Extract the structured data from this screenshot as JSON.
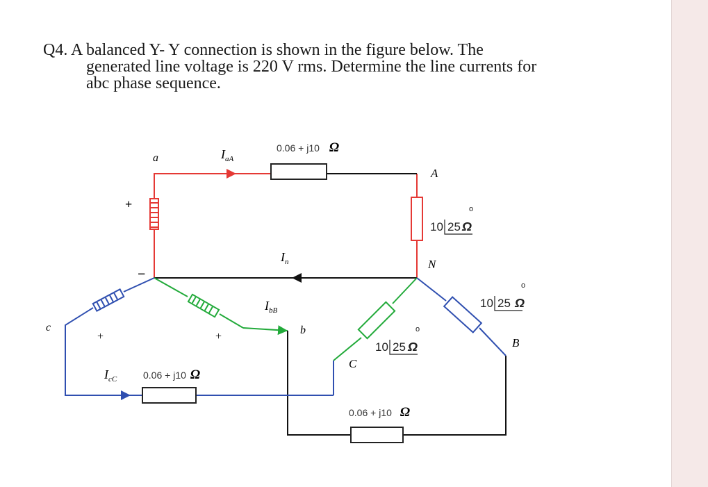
{
  "question": {
    "lines": [
      "Q4. A balanced Y- Y connection is shown in the figure below. The",
      "generated line voltage is 220 V rms. Determine the line currents for",
      "abc phase sequence."
    ]
  },
  "figure": {
    "labels": {
      "node_a": "a",
      "node_b": "b",
      "node_c": "c",
      "node_A": "A",
      "node_B": "B",
      "node_C": "C",
      "node_N": "N",
      "plus": "+",
      "minus": "−"
    },
    "currents": {
      "aA": {
        "main": "I",
        "sub": "aA"
      },
      "bB": {
        "main": "I",
        "sub": "bB"
      },
      "cC": {
        "main": "I",
        "sub": "cC"
      },
      "n": {
        "main": "I",
        "sub": "n"
      }
    },
    "line_impedance": {
      "text": "0.06 + j10",
      "unit": "Ω"
    },
    "load_impedance": {
      "mag": "10",
      "angle": "25",
      "deg": "o",
      "unit": "Ω"
    }
  },
  "colors": {
    "phase_a": "#e53935",
    "phase_b": "#22aa3a",
    "phase_c": "#2f4fb0",
    "neutral": "#111111",
    "side_panel": "#f5e9e8"
  }
}
